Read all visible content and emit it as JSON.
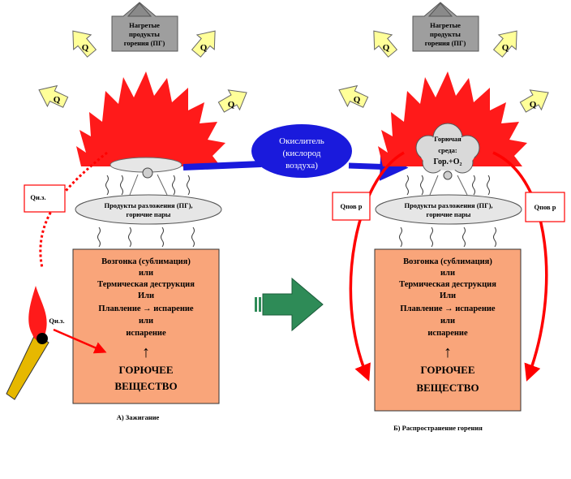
{
  "colors": {
    "flame": "#ff1a1a",
    "heat_arrow": "#ffff99",
    "box": "#f9a57a",
    "products_box": "#9e9e9e",
    "oxidizer": "#1a1adc",
    "heat_line": "#ff0000",
    "transition_arrow": "#2e8b57",
    "match_stick": "#e6b800"
  },
  "heat_label": "Q",
  "top_products": {
    "line1": "Нагретые",
    "line2": "продукты",
    "line3": "горения (ПГ)"
  },
  "left": {
    "q_ignition": "Qи.з.",
    "q_match": "Qи.з.",
    "decomposition": {
      "line1": "Продукты разложения (ПГ),",
      "line2": "горючие пары"
    },
    "substance": {
      "line1": "Возгонка (сублимация)",
      "line2": "или",
      "line3": "Термическая деструкция",
      "line4": "Или",
      "line5": "Плавление → испарение",
      "line6": "или",
      "line7": "испарение",
      "arrow": "↑",
      "name1": "ГОРЮЧЕЕ",
      "name2": "ВЕЩЕСТВО"
    },
    "caption": "А) Зажигание"
  },
  "oxidizer": {
    "line1": "Окислитель",
    "line2": "(кислород",
    "line3": "воздуха)"
  },
  "right": {
    "medium": {
      "line1": "Горючая",
      "line2": "среда:",
      "line3": "Гор.+О₂"
    },
    "q_left": "Qпов р",
    "q_right": "Qпов р",
    "decomposition": {
      "line1": "Продукты разложения (ПГ),",
      "line2": "горючие пары"
    },
    "substance": {
      "line1": "Возгонка (сублимация)",
      "line2": "или",
      "line3": "Термическая деструкция",
      "line4": "Или",
      "line5": "Плавление → испарение",
      "line6": "или",
      "line7": "испарение",
      "arrow": "↑",
      "name1": "ГОРЮЧЕЕ",
      "name2": "ВЕЩЕСТВО"
    },
    "caption": "Б) Распространение горения"
  }
}
